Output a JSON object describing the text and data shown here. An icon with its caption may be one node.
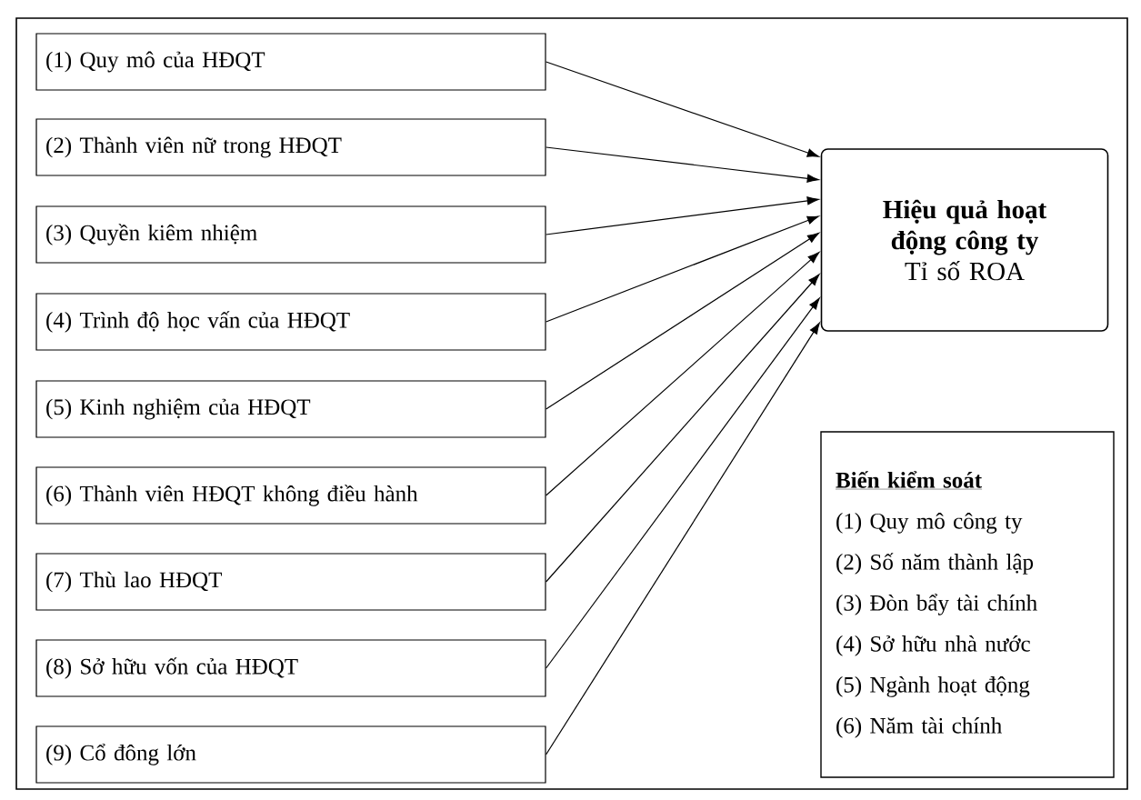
{
  "diagram": {
    "nodes": [
      {
        "text": [
          "(1) Quy mô của HĐQT"
        ]
      },
      {
        "text": [
          "(2) Thành viên nữ trong HĐQT"
        ]
      },
      {
        "text": [
          "(3) Quyền kiêm nhiệm"
        ]
      },
      {
        "text": [
          "(4) Trình độ học vấn của HĐQT"
        ]
      },
      {
        "text": [
          "(5) Kinh nghiệm của HĐQT"
        ]
      },
      {
        "text": [
          "(6) Thành viên HĐQT không điều hành"
        ]
      },
      {
        "text": [
          "(7) Thù lao HĐQT"
        ]
      },
      {
        "text": [
          "(8) Sở hữu vốn của HĐQT"
        ]
      },
      {
        "text": [
          "(9) Cổ đông lớn"
        ]
      },
      {
        "text": [
          "Hiệu quả hoạt động công ty",
          "Tỉ số ROA"
        ]
      },
      {
        "text": [
          "Biến kiểm soát",
          "(1) Quy mô công ty",
          "(2) Số năm thành lập",
          "(3) Đòn bẩy tài chính",
          "(4) Sở hữu nhà nước",
          "(5) Ngành hoạt động",
          "(6) Năm tài chính"
        ]
      }
    ],
    "edges": [
      {
        "from": 0,
        "to": 9,
        "arrow": "to"
      },
      {
        "from": 1,
        "to": 9,
        "arrow": "to"
      },
      {
        "from": 2,
        "to": 9,
        "arrow": "to"
      },
      {
        "from": 3,
        "to": 9,
        "arrow": "to"
      },
      {
        "from": 4,
        "to": 9,
        "arrow": "to"
      },
      {
        "from": 5,
        "to": 9,
        "arrow": "to"
      },
      {
        "from": 6,
        "to": 9,
        "arrow": "to"
      },
      {
        "from": 7,
        "to": 9,
        "arrow": "to"
      },
      {
        "from": 8,
        "to": 9,
        "arrow": "to"
      }
    ]
  }
}
